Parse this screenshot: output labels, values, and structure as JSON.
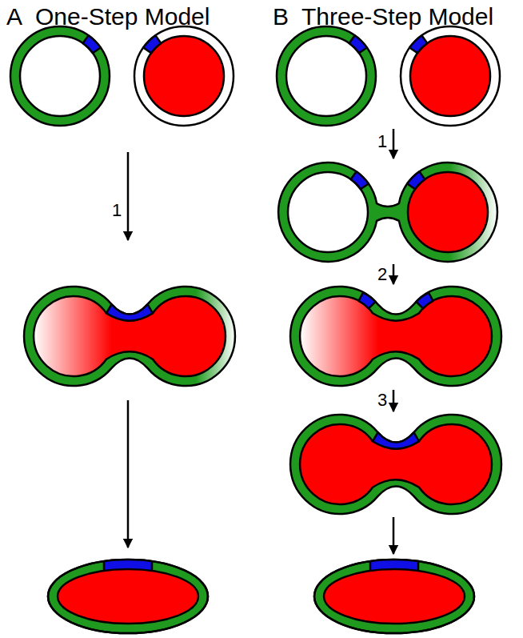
{
  "diagram": {
    "labels": [
      "A",
      "One-Step Model",
      "B",
      "Three-Step Model",
      "1",
      "1",
      "2",
      "3"
    ]
  }
}
